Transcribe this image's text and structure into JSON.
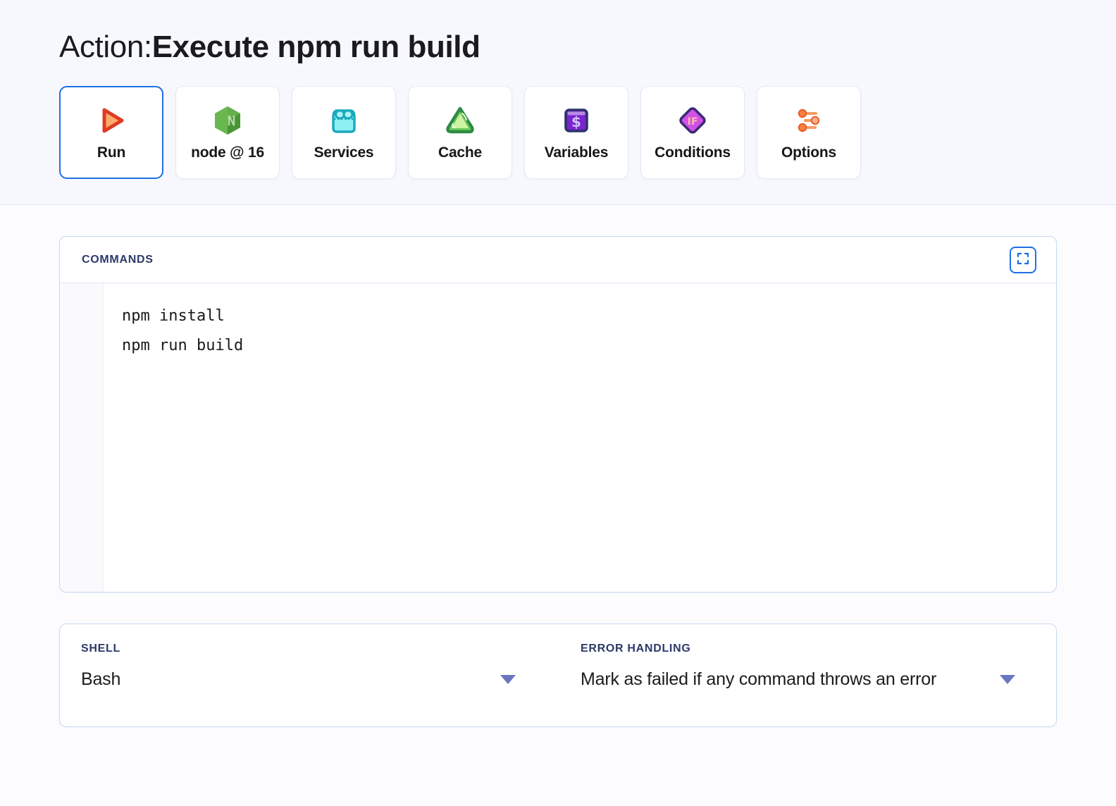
{
  "header": {
    "title_prefix": "Action:",
    "title_main": "Execute npm run build"
  },
  "tabs": [
    {
      "label": "Run",
      "icon": "play-icon",
      "selected": true
    },
    {
      "label": "node @ 16",
      "icon": "nodejs-icon",
      "selected": false
    },
    {
      "label": "Services",
      "icon": "services-icon",
      "selected": false
    },
    {
      "label": "Cache",
      "icon": "cache-icon",
      "selected": false
    },
    {
      "label": "Variables",
      "icon": "variables-icon",
      "selected": false
    },
    {
      "label": "Conditions",
      "icon": "conditions-icon",
      "selected": false
    },
    {
      "label": "Options",
      "icon": "options-icon",
      "selected": false
    }
  ],
  "commands": {
    "section_label": "COMMANDS",
    "expand_icon": "fullscreen-expand-icon",
    "code": "npm install\nnpm run build"
  },
  "settings": {
    "shell": {
      "label": "SHELL",
      "value": "Bash",
      "caret_icon": "chevron-down-icon"
    },
    "error_handling": {
      "label": "ERROR HANDLING",
      "value": "Mark as failed if any command throws an error",
      "caret_icon": "chevron-down-icon"
    }
  },
  "colors": {
    "accent_blue": "#1f6fe5",
    "header_bg": "#f6f8fd",
    "label_navy": "#2b3a69",
    "caret_purple": "#6b75c0",
    "card_border": "#c9d8f0"
  }
}
